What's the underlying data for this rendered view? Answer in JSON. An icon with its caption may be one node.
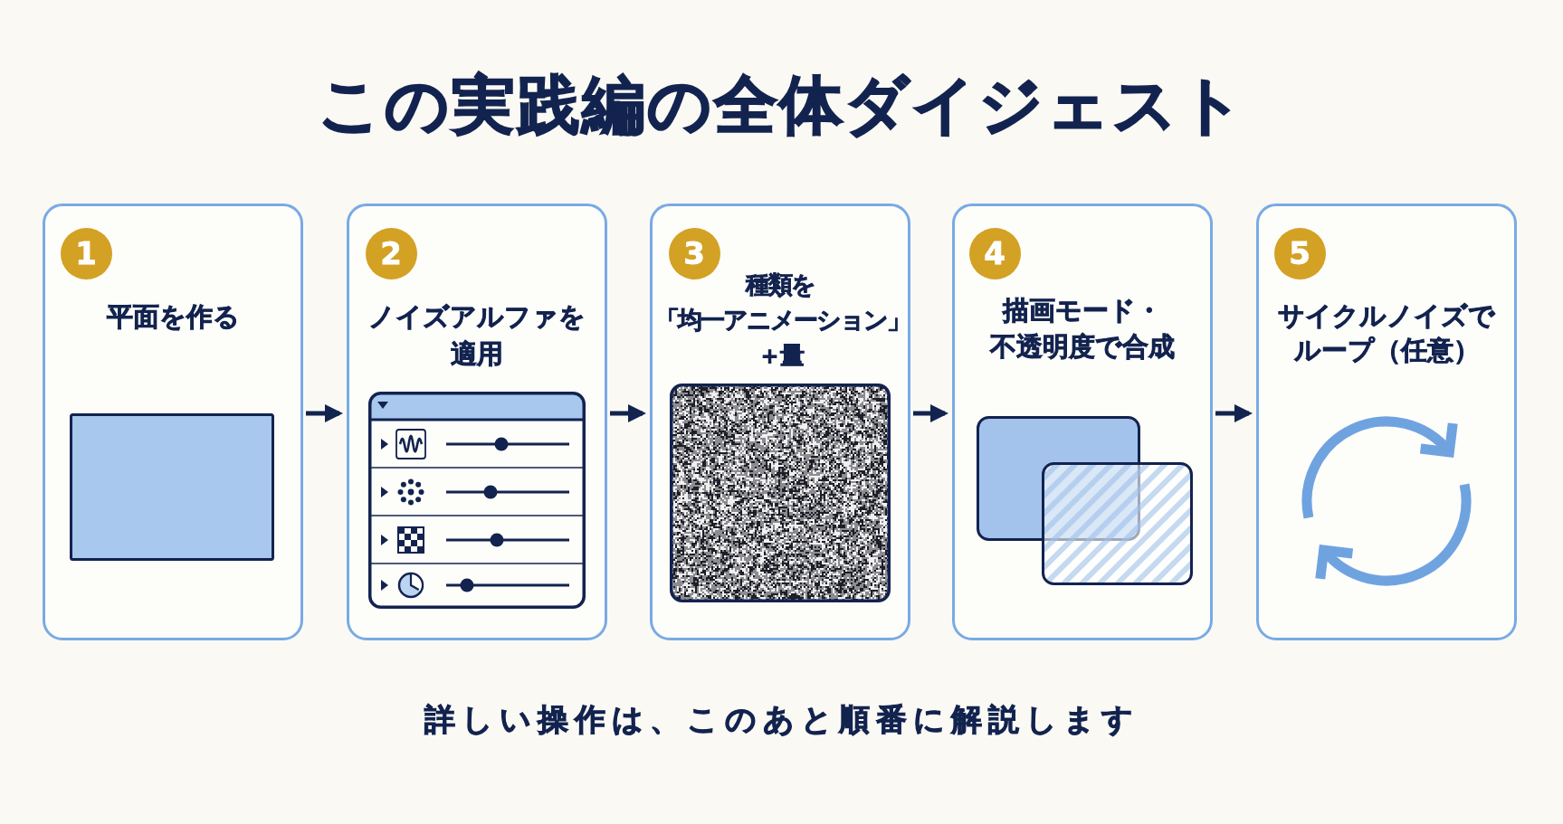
{
  "diagram": {
    "title": "この実践編の全体ダイジェスト",
    "nodes": [
      {
        "text": [
          "平面を作る"
        ]
      },
      {
        "text": [
          "1"
        ],
        "in": 0
      },
      {
        "text": [
          "ノイズアルファを適用"
        ]
      },
      {
        "text": [
          "2"
        ],
        "in": 2
      },
      {
        "text": [
          "種類を「均一アニメーション」＋量"
        ]
      },
      {
        "text": [
          "3"
        ],
        "in": 4
      },
      {
        "text": [
          "描画モード・不透明度で合成"
        ]
      },
      {
        "text": [
          "4"
        ],
        "in": 6
      },
      {
        "text": [
          "サイクルノイズでループ（任意）"
        ]
      },
      {
        "text": [
          "5"
        ],
        "in": 8
      }
    ],
    "edges": [
      {
        "from": 0,
        "to": 2,
        "arrow": "to"
      },
      {
        "from": 2,
        "to": 4,
        "arrow": "to"
      },
      {
        "from": 4,
        "to": 6,
        "arrow": "to"
      },
      {
        "from": 6,
        "to": 8,
        "arrow": "to"
      }
    ],
    "caption": "詳しい操作は、このあと順番に解説します"
  }
}
